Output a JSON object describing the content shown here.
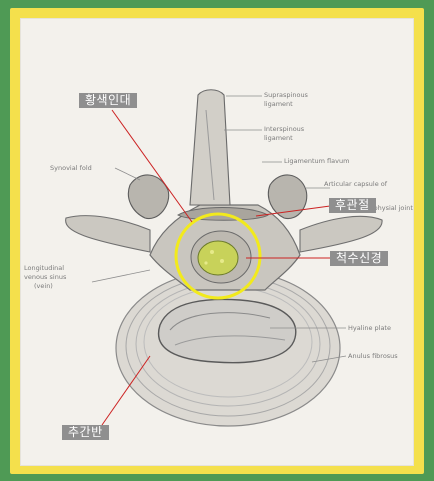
{
  "labels_ko": {
    "yellow_ligament": "황색인대",
    "facet_joint": "후관절",
    "spinal_nerve": "척수신경",
    "disc": "추간반"
  },
  "labels_en": {
    "supraspinous": "Supraspinous",
    "supraspinous_2": "ligament",
    "interspinous": "Interspinous",
    "interspinous_2": "ligament",
    "ligamentum_flavum": "Ligamentum flavum",
    "synovial_fold": "Synovial fold",
    "articular_capsule": "Articular capsule of",
    "articular_capsule_2": "zygapophysial joint",
    "longitudinal_1": "Longitudinal",
    "longitudinal_2": "venous sinus",
    "longitudinal_3": "(vein)",
    "hyaline_plate": "Hyaline plate",
    "anulus_fibrosus": "Anulus fibrosus"
  },
  "colors": {
    "background": "#4f9a55",
    "frame": "#f4e04c",
    "label_bg": "#8f8f8f",
    "leader_line": "#cc2222",
    "highlight_circle": "#f2ea1c"
  }
}
